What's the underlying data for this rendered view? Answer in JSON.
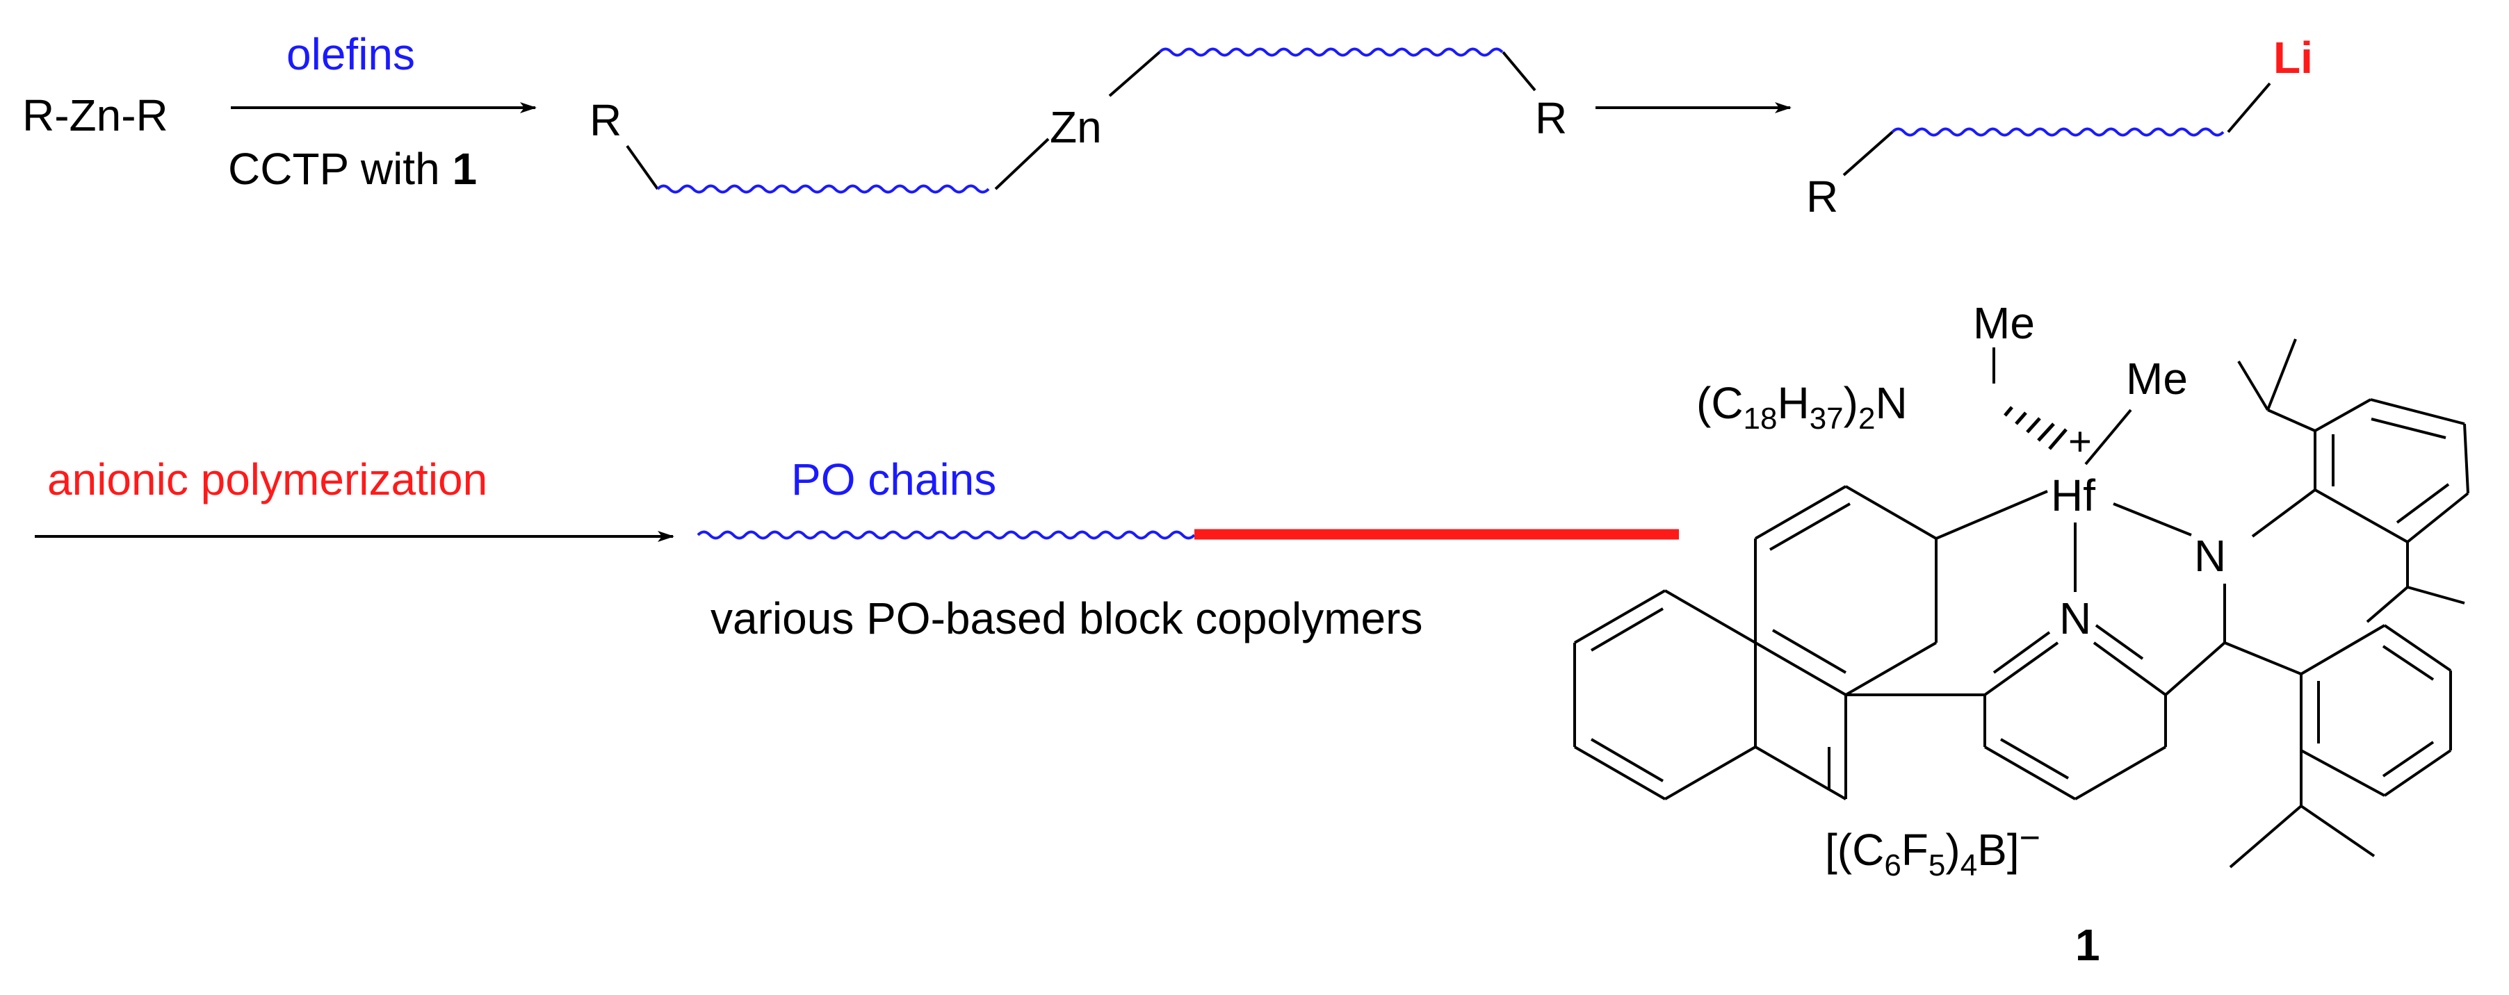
{
  "colors": {
    "text": "#000000",
    "blue": "#1a1aff",
    "red": "#ff1a1a",
    "bond": "#000000"
  },
  "step1": {
    "reactant": "R-Zn-R",
    "reagent": "olefins",
    "condition_prefix": "CCTP with ",
    "condition_ref": "1"
  },
  "intermediate": {
    "r_left": "R",
    "metal": "Zn",
    "r_right": "R"
  },
  "product1": {
    "r": "R",
    "metal": "Li"
  },
  "step2": {
    "reagent": "anionic polymerization",
    "chain_label": "PO chains",
    "caption": "various PO-based block copolymers"
  },
  "catalyst": {
    "amine_sub_a": "(C",
    "amine_sub_b": "18",
    "amine_sub_c": "H",
    "amine_sub_d": "37",
    "amine_sub_e": ")",
    "amine_sub_f": "2",
    "amine_n": "N",
    "amine_me": "Me",
    "hf_me": "Me",
    "charge": "+",
    "metal": "Hf",
    "amido_n": "N",
    "pyridine_n": "N",
    "anion_a": "[(C",
    "anion_b": "6",
    "anion_c": "F",
    "anion_d": "5",
    "anion_e": ")",
    "anion_f": "4",
    "anion_g": "B]",
    "anion_charge": "−",
    "label": "1"
  }
}
